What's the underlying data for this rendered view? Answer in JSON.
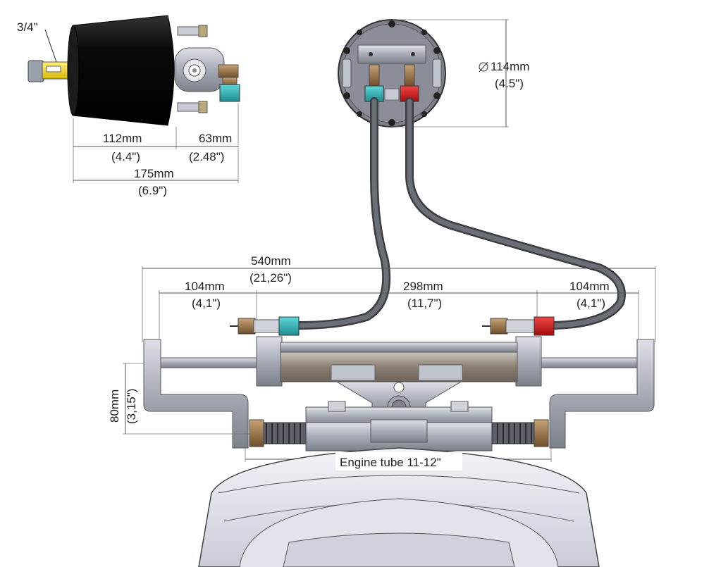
{
  "labels": {
    "shaft": "3/4\"",
    "pump_len_mm": "112mm",
    "pump_len_in": "(4.4\")",
    "fitting_len_mm": "63mm",
    "fitting_len_in": "(2.48\")",
    "total_len_mm": "175mm",
    "total_len_in": "(6.9\")",
    "diameter_mm": "114mm",
    "diameter_in": "(4.5\")",
    "width_mm": "540mm",
    "width_in": "(21,26\")",
    "left_mm": "104mm",
    "left_in": "(4,1\")",
    "center_mm": "298mm",
    "center_in": "(11,7\")",
    "right_mm": "104mm",
    "right_in": "(4,1\")",
    "height_mm": "80mm",
    "height_in": "(3,15\")",
    "engine_tube": "Engine tube 11-12\""
  },
  "colors": {
    "cyan_fitting": "#2fb0b3",
    "red_fitting": "#d11a1a",
    "hose": "#555a60",
    "metal": "#a9adb8",
    "pump_body": "#111111",
    "brass": "#8a6a3c"
  }
}
